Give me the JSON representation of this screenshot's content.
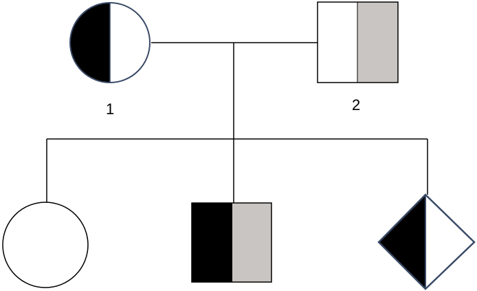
{
  "colors": {
    "black": "#000000",
    "white": "#ffffff",
    "gray": "#c9c5c2",
    "line": "#000000",
    "outline_accent": "#3a4a66"
  },
  "pedigree": {
    "generation_1": [
      {
        "label": "1",
        "shape": "circle",
        "fill": [
          "black",
          "white"
        ]
      },
      {
        "label": "2",
        "shape": "square",
        "fill": [
          "white",
          "gray"
        ]
      }
    ],
    "generation_2": [
      {
        "label": "",
        "shape": "circle",
        "fill": [
          "white",
          "white"
        ]
      },
      {
        "label": "",
        "shape": "square",
        "fill": [
          "black",
          "gray"
        ]
      },
      {
        "label": "",
        "shape": "diamond",
        "fill": [
          "black",
          "white"
        ]
      }
    ]
  }
}
